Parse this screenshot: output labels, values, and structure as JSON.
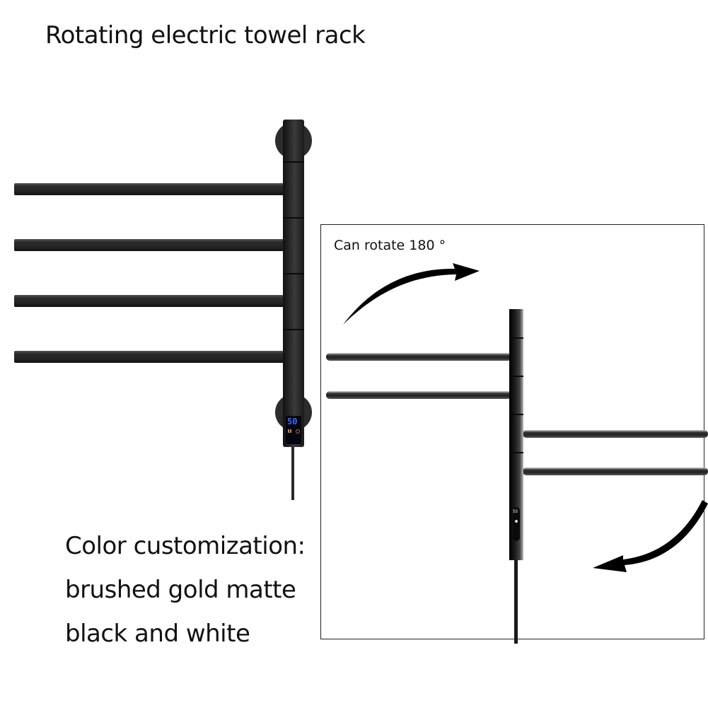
{
  "title": "Rotating electric towel rack",
  "rotation_note": {
    "label": "Can rotate 180 °"
  },
  "features": [
    "Color customization:",
    "brushed gold matte",
    "black and white"
  ],
  "product": {
    "display_value_main": "50",
    "display_value_detail": "55",
    "bar_count": 4,
    "colors": {
      "finish": "#262626",
      "display_digits": "#3a6bff"
    }
  }
}
